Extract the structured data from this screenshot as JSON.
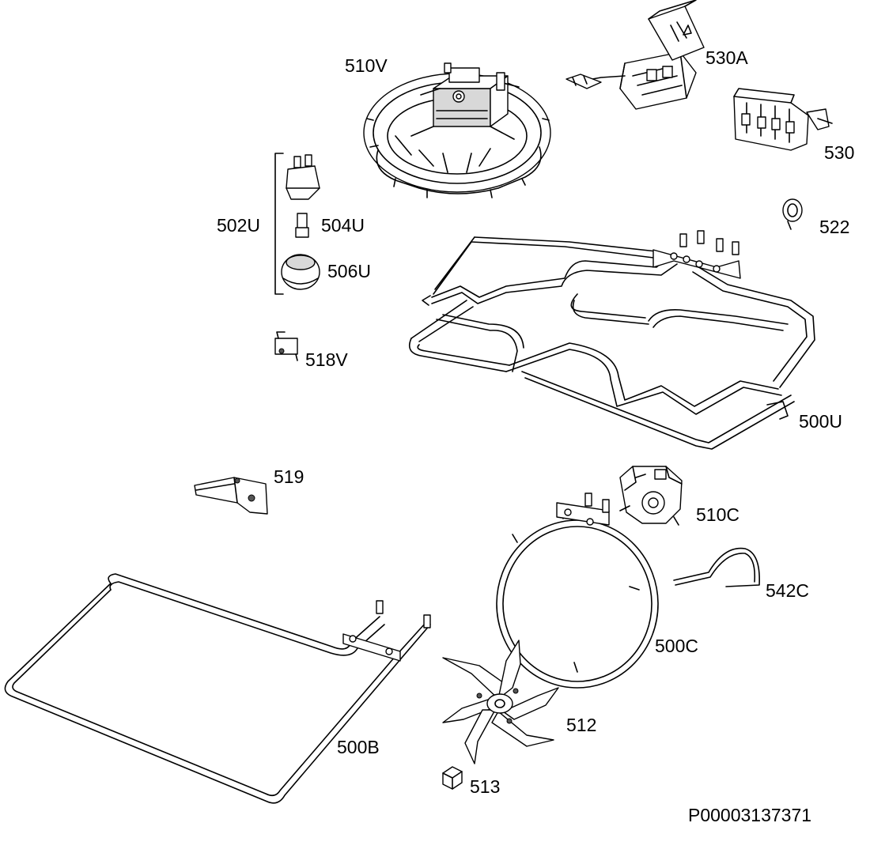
{
  "drawing_id": "P00003137371",
  "parts": {
    "p510V": "510V",
    "p530A": "530A",
    "p530": "530",
    "p502U": "502U",
    "p504U": "504U",
    "p506U": "506U",
    "p522": "522",
    "p518V": "518V",
    "p500U": "500U",
    "p519": "519",
    "p510C": "510C",
    "p542C": "542C",
    "p500C": "500C",
    "p512": "512",
    "p500B": "500B",
    "p513": "513"
  }
}
